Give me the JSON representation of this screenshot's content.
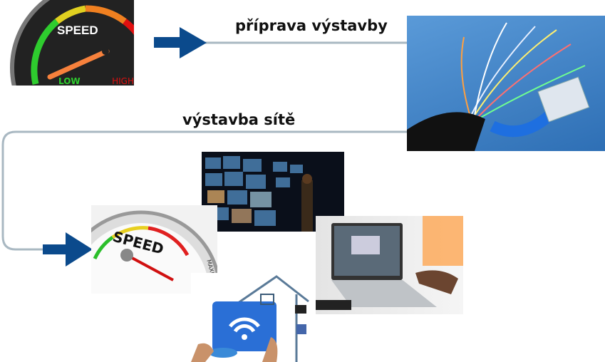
{
  "labels": {
    "step1": "příprava výstavby",
    "step2": "výstavba sítě"
  },
  "images": {
    "speedometer_low": {
      "text": "SPEED",
      "low": "LOW",
      "high": "HIGH"
    },
    "fiber_cable": {},
    "speedometer_high": {
      "text": "SPEED",
      "max": "MAXIMUM"
    },
    "video_wall": {},
    "laptop": {},
    "smart_home": {}
  },
  "colors": {
    "arrow": "#0b4a8c",
    "connector": "#a9b8c2",
    "fiber_bg": "#3f82c6"
  }
}
